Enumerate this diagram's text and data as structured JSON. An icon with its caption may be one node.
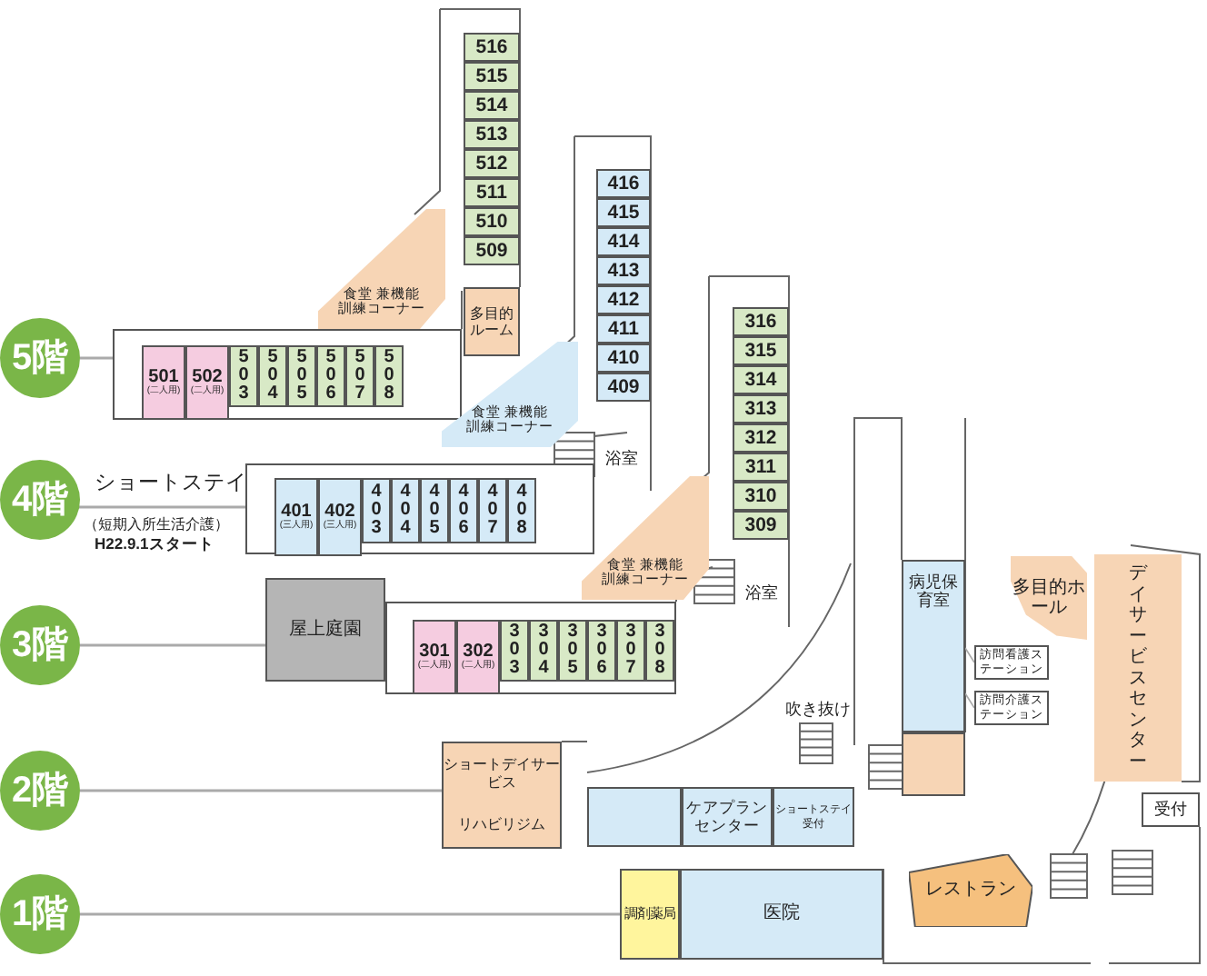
{
  "diagram": {
    "nodes": [
      {
        "text": [
          "5階"
        ]
      },
      {
        "text": [],
        "shape": "box"
      },
      {
        "text": [
          "501",
          "(二人用)"
        ],
        "in": 1
      },
      {
        "text": [
          "502",
          "(二人用)"
        ],
        "in": 1
      },
      {
        "text": [
          "503"
        ],
        "in": 1
      },
      {
        "text": [
          "504"
        ],
        "in": 1
      },
      {
        "text": [
          "505"
        ],
        "in": 1
      },
      {
        "text": [
          "506"
        ],
        "in": 1
      },
      {
        "text": [
          "507"
        ],
        "in": 1
      },
      {
        "text": [
          "508"
        ],
        "in": 1
      },
      {
        "text": [
          "516"
        ]
      },
      {
        "text": [
          "515"
        ]
      },
      {
        "text": [
          "514"
        ]
      },
      {
        "text": [
          "513"
        ]
      },
      {
        "text": [
          "512"
        ]
      },
      {
        "text": [
          "511"
        ]
      },
      {
        "text": [
          "510"
        ]
      },
      {
        "text": [
          "509"
        ]
      },
      {
        "text": [
          "食堂 兼機能訓練コーナー"
        ]
      },
      {
        "text": [
          "多目的ルーム"
        ]
      },
      {
        "text": [
          "4階"
        ]
      },
      {
        "text": [],
        "shape": "box"
      },
      {
        "text": [
          "401",
          "(三人用)"
        ],
        "in": 21
      },
      {
        "text": [
          "402",
          "(三人用)"
        ],
        "in": 21
      },
      {
        "text": [
          "403"
        ],
        "in": 21
      },
      {
        "text": [
          "404"
        ],
        "in": 21
      },
      {
        "text": [
          "405"
        ],
        "in": 21
      },
      {
        "text": [
          "406"
        ],
        "in": 21
      },
      {
        "text": [
          "407"
        ],
        "in": 21
      },
      {
        "text": [
          "408"
        ],
        "in": 21
      },
      {
        "text": [
          "416"
        ]
      },
      {
        "text": [
          "415"
        ]
      },
      {
        "text": [
          "414"
        ]
      },
      {
        "text": [
          "413"
        ]
      },
      {
        "text": [
          "412"
        ]
      },
      {
        "text": [
          "411"
        ]
      },
      {
        "text": [
          "410"
        ]
      },
      {
        "text": [
          "409"
        ]
      },
      {
        "text": [
          "食堂 兼機能訓練コーナー"
        ]
      },
      {
        "text": [
          "3階"
        ]
      },
      {
        "text": [
          "屋上庭園"
        ]
      },
      {
        "text": [],
        "shape": "box"
      },
      {
        "text": [
          "301",
          "(二人用)"
        ],
        "in": 41
      },
      {
        "text": [
          "302",
          "(二人用)"
        ],
        "in": 41
      },
      {
        "text": [
          "303"
        ],
        "in": 41
      },
      {
        "text": [
          "304"
        ],
        "in": 41
      },
      {
        "text": [
          "305"
        ],
        "in": 41
      },
      {
        "text": [
          "306"
        ],
        "in": 41
      },
      {
        "text": [
          "307"
        ],
        "in": 41
      },
      {
        "text": [
          "308"
        ],
        "in": 41
      },
      {
        "text": [
          "316"
        ]
      },
      {
        "text": [
          "315"
        ]
      },
      {
        "text": [
          "314"
        ]
      },
      {
        "text": [
          "313"
        ]
      },
      {
        "text": [
          "312"
        ]
      },
      {
        "text": [
          "311"
        ]
      },
      {
        "text": [
          "310"
        ]
      },
      {
        "text": [
          "309"
        ]
      },
      {
        "text": [
          "食堂 兼機能訓練コーナー"
        ]
      },
      {
        "text": [
          "2階"
        ]
      },
      {
        "text": [
          "ショートデイサービス",
          "リハビリジム"
        ]
      },
      {
        "text": [],
        "shape": "box"
      },
      {
        "text": [
          "ケアプランセンター"
        ]
      },
      {
        "text": [
          "ショートステイ受付"
        ]
      },
      {
        "text": [
          "病児保育室"
        ]
      },
      {
        "text": [
          "訪問看護ステーション"
        ]
      },
      {
        "text": [
          "訪問介護ステーション"
        ]
      },
      {
        "text": [],
        "shape": "box"
      },
      {
        "text": [
          "多目的ホール"
        ]
      },
      {
        "text": [
          "デイサービスセンター"
        ]
      },
      {
        "text": [
          "受付"
        ]
      },
      {
        "text": [
          "1階"
        ]
      },
      {
        "text": [
          "調剤薬局"
        ]
      },
      {
        "text": [
          "医院"
        ]
      },
      {
        "text": [
          "レストラン"
        ]
      }
    ],
    "edges": [
      {
        "from": 0,
        "to": 1,
        "arrow": "none"
      },
      {
        "from": 20,
        "to": 21,
        "arrow": "none"
      },
      {
        "from": 39,
        "to": 40,
        "arrow": "none"
      },
      {
        "from": 59,
        "to": 60,
        "arrow": "none"
      },
      {
        "from": 71,
        "to": 72,
        "arrow": "none"
      },
      {
        "from": 65,
        "to": 64,
        "arrow": "none"
      },
      {
        "from": 66,
        "to": 64,
        "arrow": "none"
      }
    ],
    "labels": [
      "浴室",
      "ショートステイ",
      "（短期入所生活介護）",
      "H22.9.1スタート",
      "浴室",
      "吹き抜け"
    ]
  }
}
